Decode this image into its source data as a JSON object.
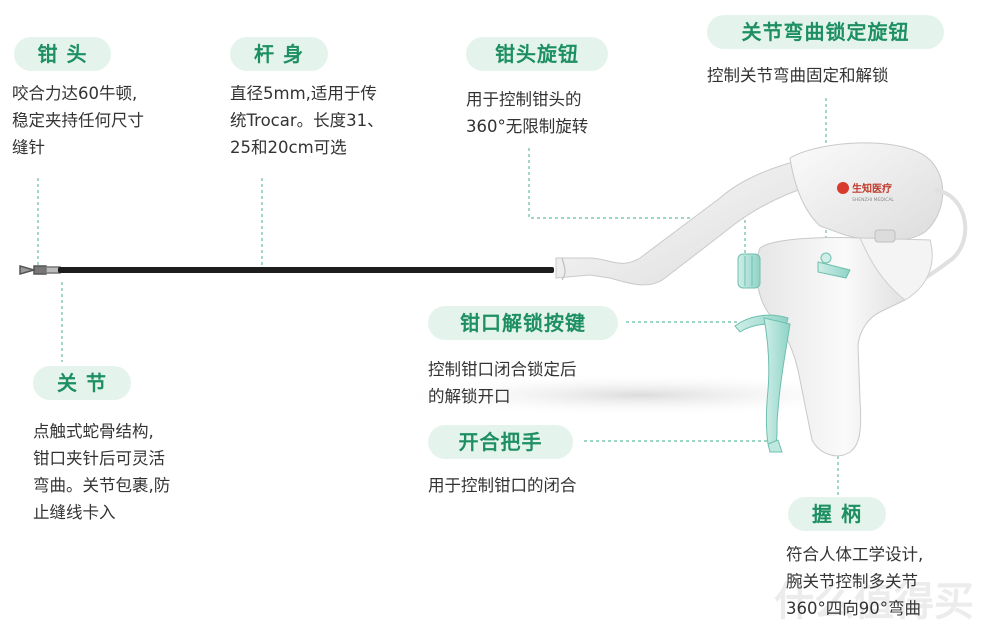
{
  "labels": {
    "jaw": {
      "title": "钳 头",
      "desc": "咬合力达60牛顿,\n稳定夹持任何尺寸\n缝针"
    },
    "shaft": {
      "title": "杆 身",
      "desc": "直径5mm,适用于传\n统Trocar。长度31、\n25和20cm可选"
    },
    "jaw_knob": {
      "title": "钳头旋钮",
      "desc": "用于控制钳头的\n360°无限制旋转"
    },
    "bend_lock_knob": {
      "title": "关节弯曲锁定旋钮",
      "desc": "控制关节弯曲固定和解锁"
    },
    "joint": {
      "title": "关 节",
      "desc": "点触式蛇骨结构,\n钳口夹针后可灵活\n弯曲。关节包裹,防\n止缝线卡入"
    },
    "unlock_button": {
      "title": "钳口解锁按键",
      "desc": "控制钳口闭合锁定后\n的解锁开口"
    },
    "trigger": {
      "title": "开合把手",
      "desc": "用于控制钳口的闭合"
    },
    "grip": {
      "title": "握 柄",
      "desc": "符合人体工学设计,\n腕关节控制多关节\n360°四向90°弯曲"
    }
  },
  "device": {
    "logo_text": "生知医疗",
    "logo_sub": "SHENZHI MEDICAL"
  },
  "watermark": "什么值得买",
  "colors": {
    "accent": "#1e8f63",
    "pill_bg": "#e4f4ec",
    "teal_part": "#a8e0d8",
    "dotted": "#7cc8b0"
  }
}
